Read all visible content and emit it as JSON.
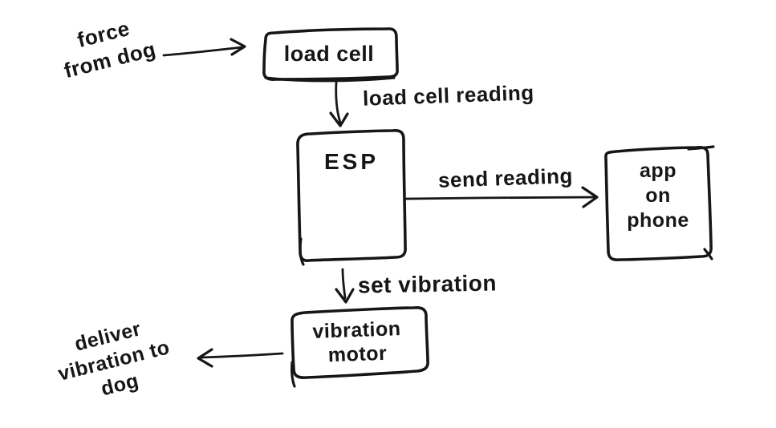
{
  "canvas": {
    "background": "#ffffff",
    "ink_color": "#161616"
  },
  "nodes": {
    "load_cell": {
      "label": "load cell"
    },
    "esp": {
      "label": "ESP"
    },
    "app_on_phone": {
      "lines": [
        "app",
        "on",
        "phone"
      ]
    },
    "vibration_motor": {
      "lines": [
        "vibration",
        "motor"
      ]
    }
  },
  "edge_labels": {
    "load_cell_reading": "load cell reading",
    "send_reading": "send reading",
    "set_vibration": "set vibration"
  },
  "annotations": {
    "force_from_dog": {
      "lines": [
        "force",
        "from dog"
      ]
    },
    "deliver_vibration_to_dog": {
      "lines": [
        "deliver",
        "vibration to",
        "dog"
      ]
    }
  }
}
